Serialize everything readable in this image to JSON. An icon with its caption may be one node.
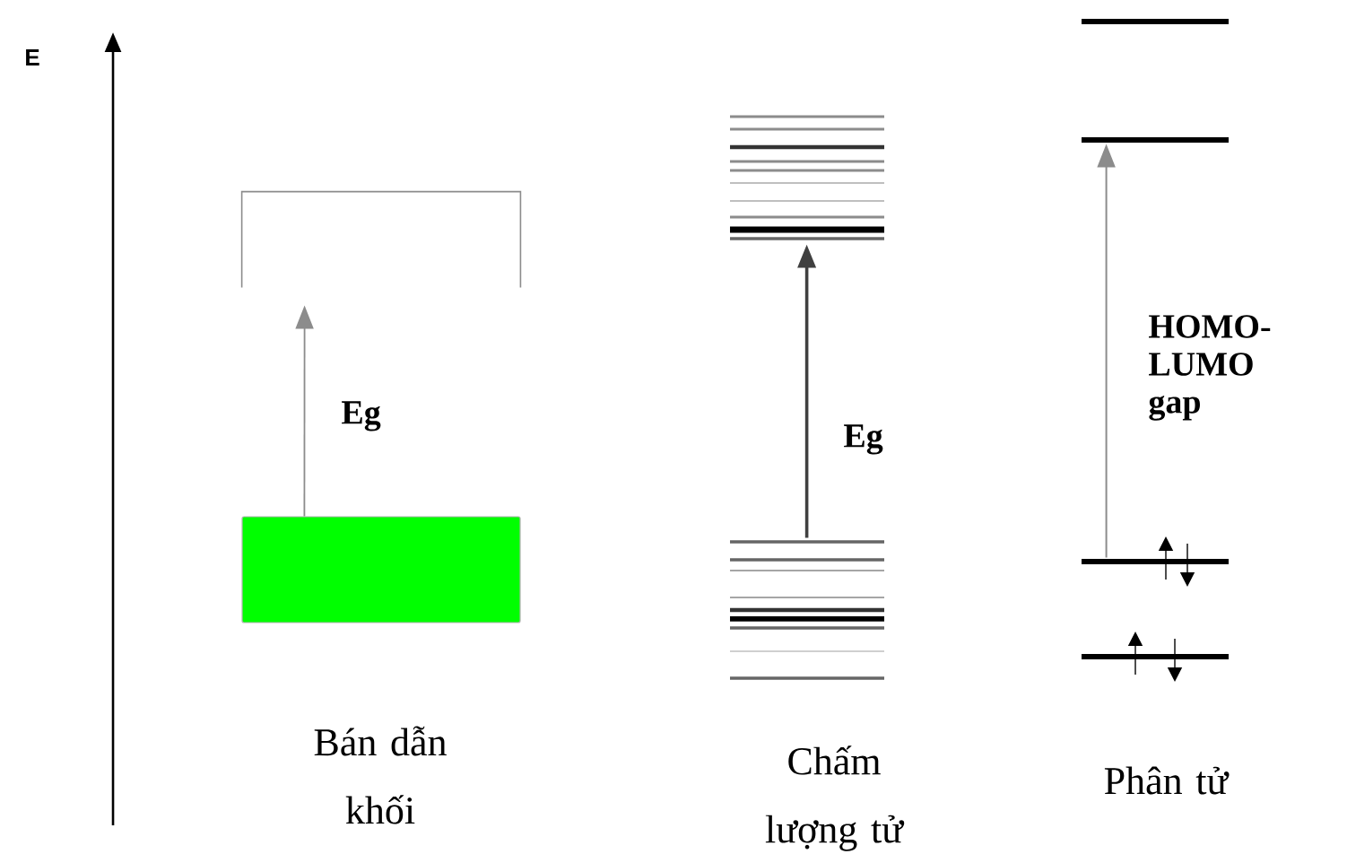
{
  "diagram": {
    "nodes": [
      {
        "text": [],
        "shape": "bar"
      },
      {
        "text": [],
        "shape": "bracket"
      },
      {
        "text": [],
        "shape": "lines"
      },
      {
        "text": [],
        "shape": "lines"
      },
      {
        "text": [],
        "shape": "line"
      },
      {
        "text": [],
        "shape": "line"
      }
    ],
    "edges": [
      {
        "from": 0,
        "to": 1,
        "arrow": "to",
        "label": "Eg"
      },
      {
        "from": 3,
        "to": 2,
        "arrow": "to",
        "label": "Eg"
      },
      {
        "from": 5,
        "to": 4,
        "arrow": "to",
        "label": "HOMO- LUMO gap"
      }
    ],
    "labels": [
      "E",
      "Bán dẫn khối",
      "Chấm lượng tử",
      "Phân tử"
    ]
  }
}
